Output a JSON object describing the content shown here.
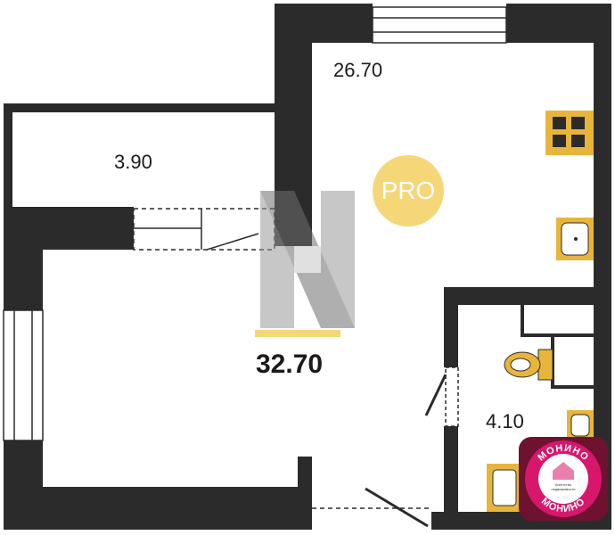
{
  "plan": {
    "total_area": "32.70",
    "rooms": [
      {
        "id": "living",
        "area": "26.70"
      },
      {
        "id": "balcony",
        "area": "3.90"
      },
      {
        "id": "bathroom",
        "area": "4.10"
      }
    ],
    "badge": "PRO"
  },
  "brand": {
    "name_top": "МОНИНО",
    "name_bottom": "МОНИНО",
    "tagline_1": "Агентство",
    "tagline_2": "недвижимости"
  },
  "colors": {
    "wall": "#2b2b2b",
    "accent_yellow": "#f5d778",
    "fixture_yellow": "#e8b53c",
    "brand_magenta": "#d6176c"
  }
}
